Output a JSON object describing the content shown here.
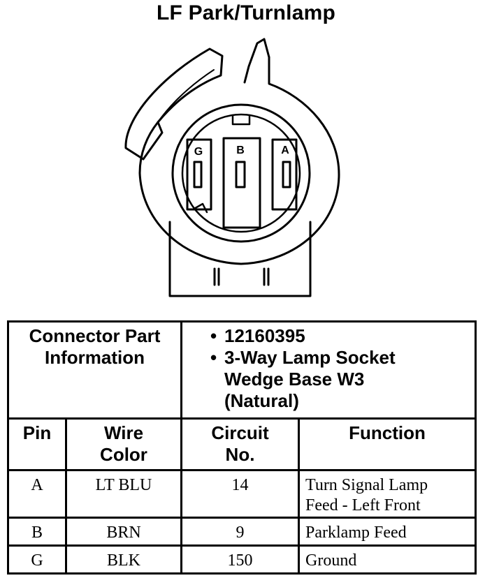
{
  "title": "LF Park/Turnlamp",
  "connector": {
    "pin_labels": [
      "G",
      "B",
      "A"
    ],
    "part_info_label_line1": "Connector Part",
    "part_info_label_line2": "Information",
    "part_number": "12160395",
    "description_line1": "3-Way Lamp Socket",
    "description_line2": "Wedge Base W3",
    "description_line3": "(Natural)"
  },
  "table": {
    "headers": {
      "pin": "Pin",
      "wire_color_line1": "Wire",
      "wire_color_line2": "Color",
      "circuit_line1": "Circuit",
      "circuit_line2": "No.",
      "function": "Function"
    },
    "rows": [
      {
        "pin": "A",
        "wire_color": "LT BLU",
        "circuit": "14",
        "function_line1": "Turn Signal Lamp",
        "function_line2": "Feed - Left Front"
      },
      {
        "pin": "B",
        "wire_color": "BRN",
        "circuit": "9",
        "function_line1": "Parklamp Feed",
        "function_line2": ""
      },
      {
        "pin": "G",
        "wire_color": "BLK",
        "circuit": "150",
        "function_line1": "Ground",
        "function_line2": ""
      }
    ]
  }
}
